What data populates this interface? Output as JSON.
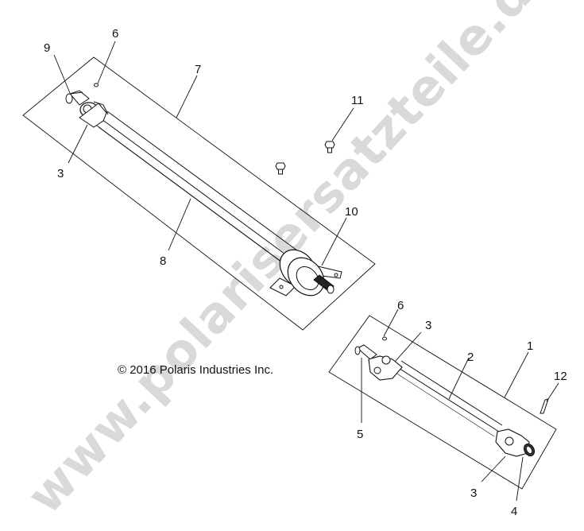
{
  "diagram": {
    "type": "exploded-parts-view",
    "copyright": "© 2016 Polaris Industries Inc.",
    "watermark": "www.polarisersatzteile.de",
    "assemblies": [
      {
        "name": "rear-prop-shaft-assembly",
        "callout": "7"
      },
      {
        "name": "front-prop-shaft-assembly",
        "callout": "1"
      }
    ],
    "callouts": [
      {
        "id": "c9",
        "label": "9"
      },
      {
        "id": "c6a",
        "label": "6"
      },
      {
        "id": "c7",
        "label": "7"
      },
      {
        "id": "c3a",
        "label": "3"
      },
      {
        "id": "c11",
        "label": "11"
      },
      {
        "id": "c10",
        "label": "10"
      },
      {
        "id": "c8",
        "label": "8"
      },
      {
        "id": "c6b",
        "label": "6"
      },
      {
        "id": "c3b",
        "label": "3"
      },
      {
        "id": "c1",
        "label": "1"
      },
      {
        "id": "c2",
        "label": "2"
      },
      {
        "id": "c12",
        "label": "12"
      },
      {
        "id": "c5",
        "label": "5"
      },
      {
        "id": "c3c",
        "label": "3"
      },
      {
        "id": "c4",
        "label": "4"
      }
    ]
  },
  "colors": {
    "line": "#111111",
    "watermark": "#d9d9d9",
    "background": "#ffffff"
  }
}
